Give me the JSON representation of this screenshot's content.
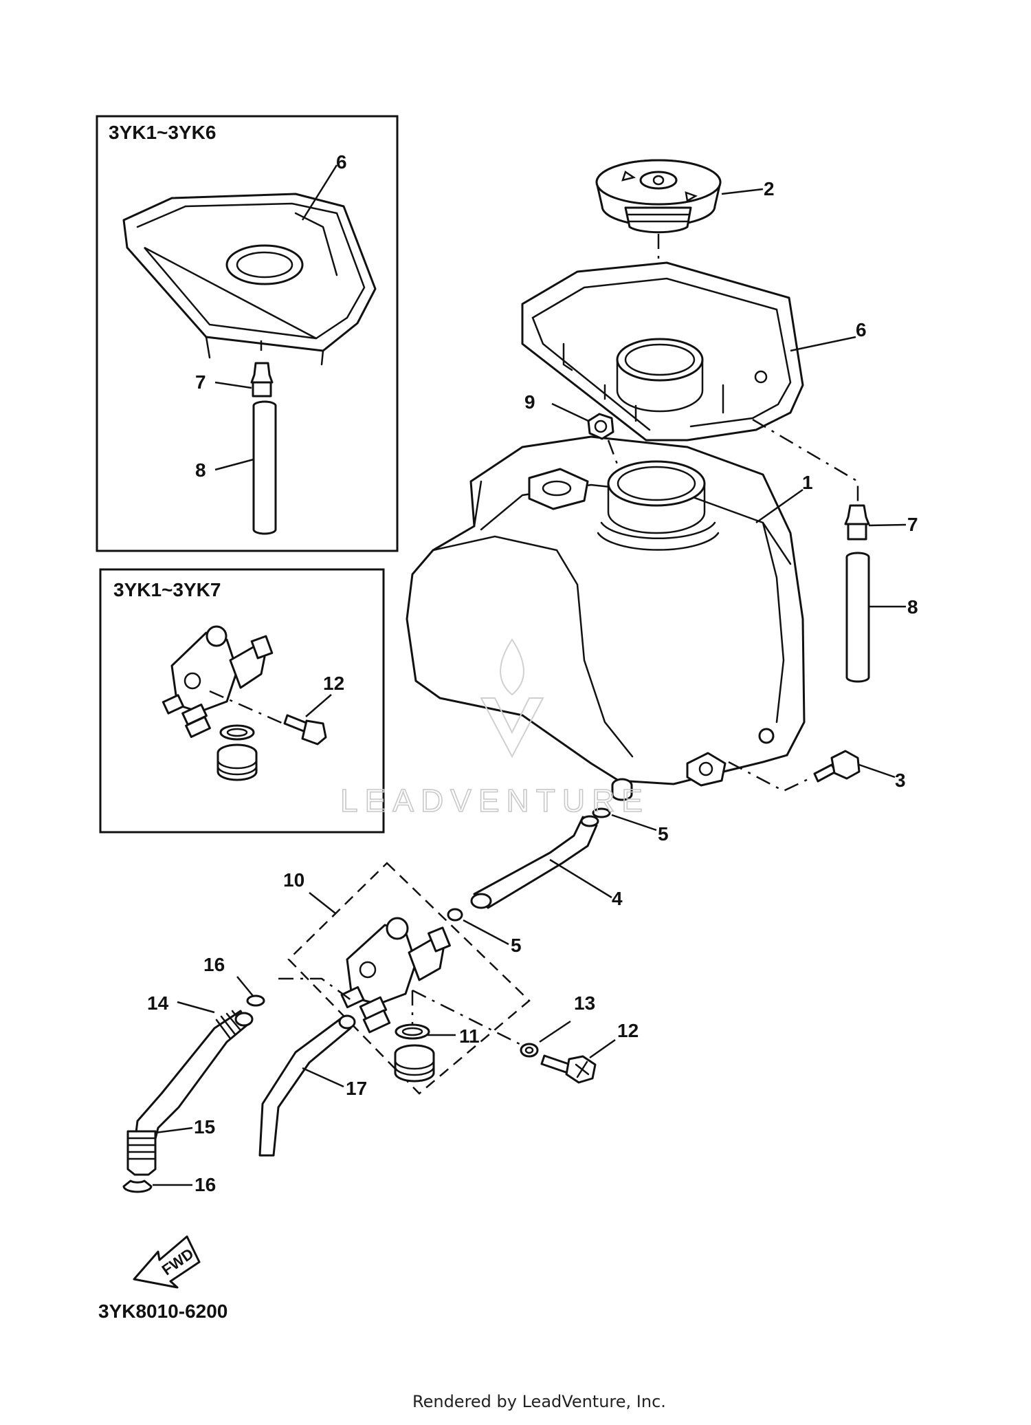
{
  "diagram": {
    "inset_top_label": "3YK1~3YK6",
    "inset_mid_label": "3YK1~3YK7",
    "drawing_code": "3YK8010-6200",
    "fwd_label": "FWD",
    "watermark": "LEADVENTURE",
    "footer": "Rendered by LeadVenture, Inc."
  },
  "callouts": [
    "1",
    "2",
    "3",
    "4",
    "5",
    "6",
    "7",
    "8",
    "9",
    "10",
    "11",
    "12",
    "13",
    "14",
    "15",
    "16",
    "17"
  ],
  "inset_callouts": {
    "c6": "6",
    "c7": "7",
    "c8": "8",
    "c12": "12"
  },
  "extra_callouts": {
    "c5b": "5",
    "c16b": "16"
  }
}
